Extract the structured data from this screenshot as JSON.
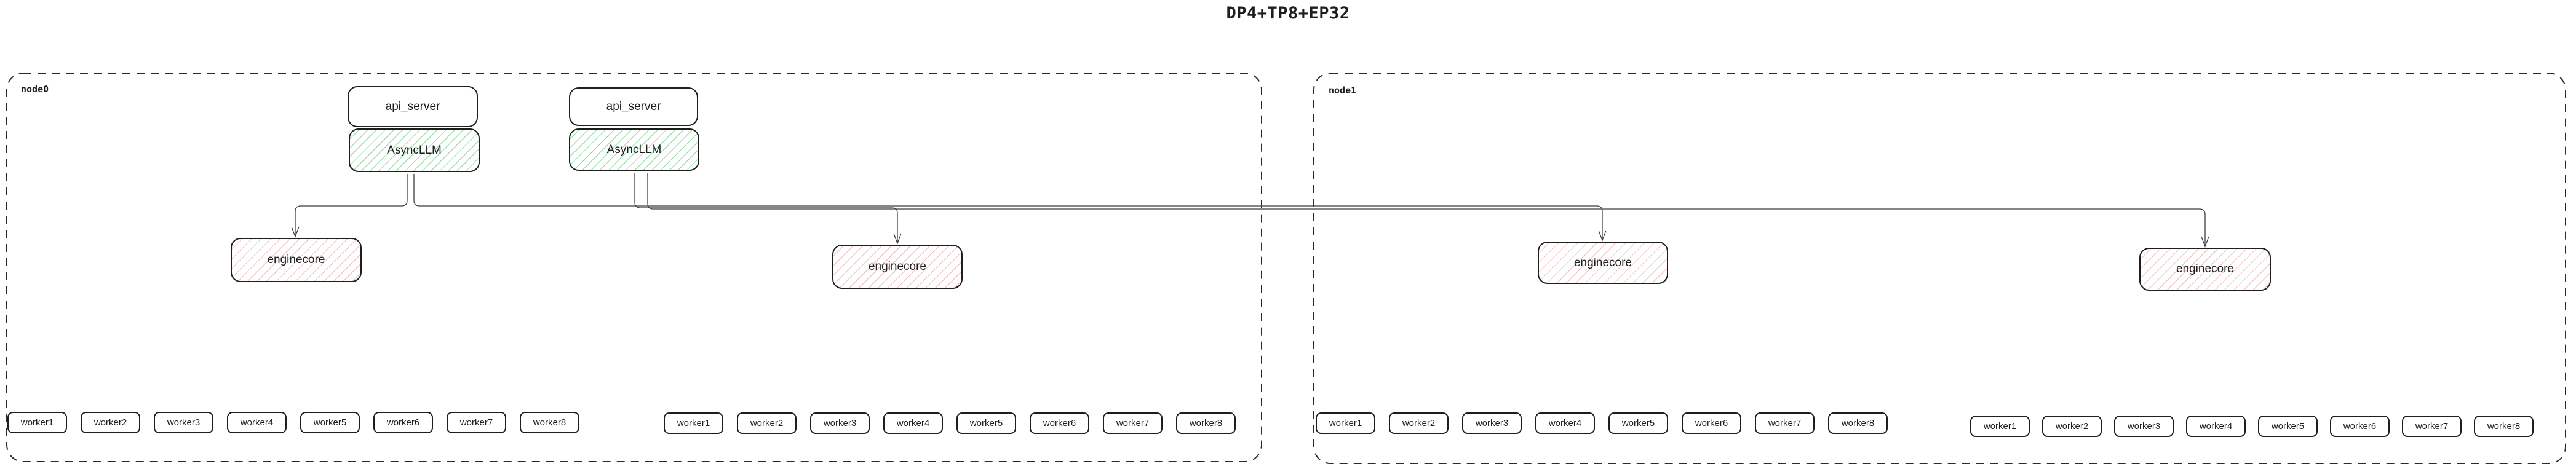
{
  "title": "DP4+TP8+EP32",
  "nodes": [
    {
      "label": "node0",
      "stacks": [
        {
          "api_server": "api_server",
          "async_llm": "AsyncLLM"
        },
        {
          "api_server": "api_server",
          "async_llm": "AsyncLLM"
        }
      ],
      "enginecores": [
        {
          "label": "enginecore"
        },
        {
          "label": "enginecore"
        }
      ],
      "worker_groups": [
        {
          "workers": [
            "worker1",
            "worker2",
            "worker3",
            "worker4",
            "worker5",
            "worker6",
            "worker7",
            "worker8"
          ]
        },
        {
          "workers": [
            "worker1",
            "worker2",
            "worker3",
            "worker4",
            "worker5",
            "worker6",
            "worker7",
            "worker8"
          ]
        }
      ]
    },
    {
      "label": "node1",
      "enginecores": [
        {
          "label": "enginecore"
        },
        {
          "label": "enginecore"
        }
      ],
      "worker_groups": [
        {
          "workers": [
            "worker1",
            "worker2",
            "worker3",
            "worker4",
            "worker5",
            "worker6",
            "worker7",
            "worker8"
          ]
        },
        {
          "workers": [
            "worker1",
            "worker2",
            "worker3",
            "worker4",
            "worker5",
            "worker6",
            "worker7",
            "worker8"
          ]
        }
      ]
    }
  ],
  "colors": {
    "box_border": "#1e1e1e",
    "green_hatch": "#40c057",
    "red_hatch": "#e03131",
    "edge_line": "#3d3d3d"
  }
}
